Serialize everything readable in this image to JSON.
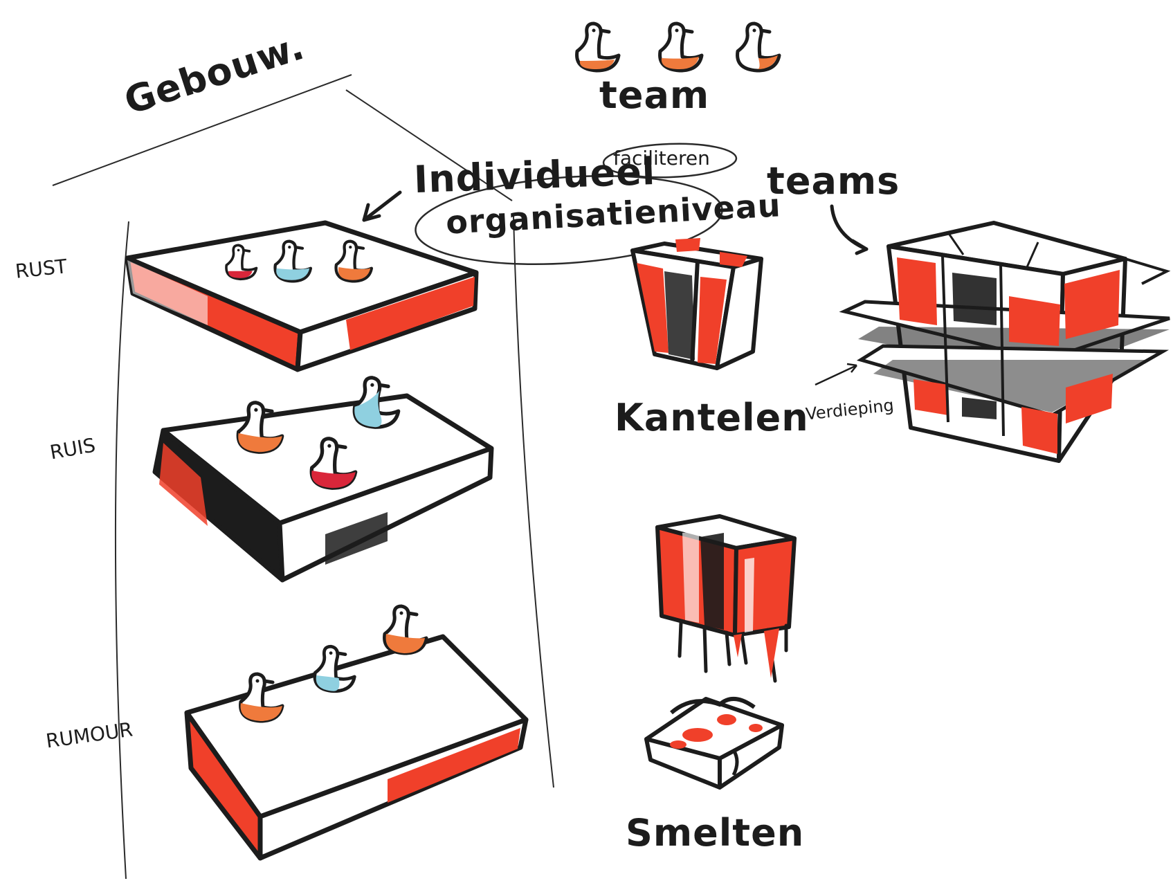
{
  "labels": {
    "gebouw": "Gebouw.",
    "team": "team",
    "individueel": "Individueel",
    "faciliteren": "faciliteren",
    "organisatieniveau": "organisatieniveau",
    "teams": "teams",
    "rust": "RUST",
    "ruis": "RUIS",
    "rumour": "RUMOUR",
    "kantelen": "Kantelen",
    "verdieping": "Verdieping",
    "smelten": "Smelten"
  },
  "colors": {
    "ink": "#1c1c1c",
    "red": "#f0402a",
    "orange": "#ef7a3c",
    "blue": "#8fd0e0",
    "crimson": "#d9263a"
  }
}
